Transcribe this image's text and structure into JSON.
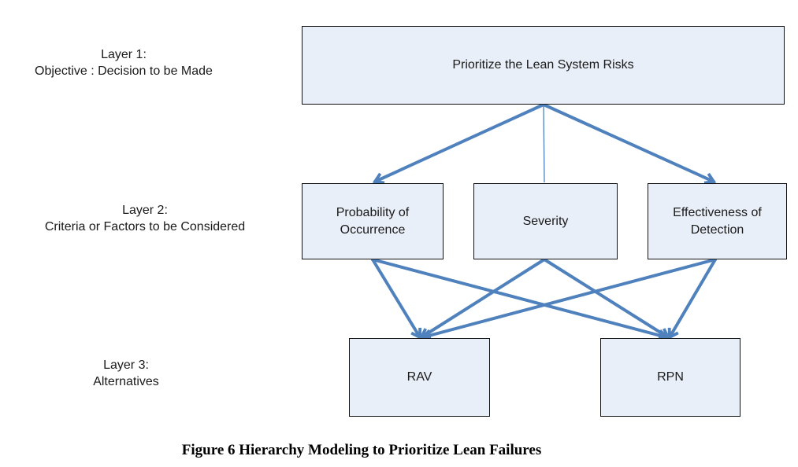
{
  "diagram": {
    "layer_labels": [
      {
        "line1": "Layer 1:",
        "line2": "Objective : Decision to be Made"
      },
      {
        "line1": "Layer 2:",
        "line2": "Criteria or Factors to be Considered"
      },
      {
        "line1": "Layer 3:",
        "line2": "Alternatives"
      }
    ],
    "nodes": {
      "objective": "Prioritize the Lean System Risks",
      "criteria": [
        "Probability of Occurrence",
        "Severity",
        "Effectiveness of Detection"
      ],
      "alternatives": [
        "RAV",
        "RPN"
      ]
    },
    "caption": "Figure 6 Hierarchy Modeling to Prioritize Lean Failures",
    "colors": {
      "connector_blue": "#4f81bd",
      "box_fill": "#e9eff8",
      "box_border": "#111111"
    }
  }
}
